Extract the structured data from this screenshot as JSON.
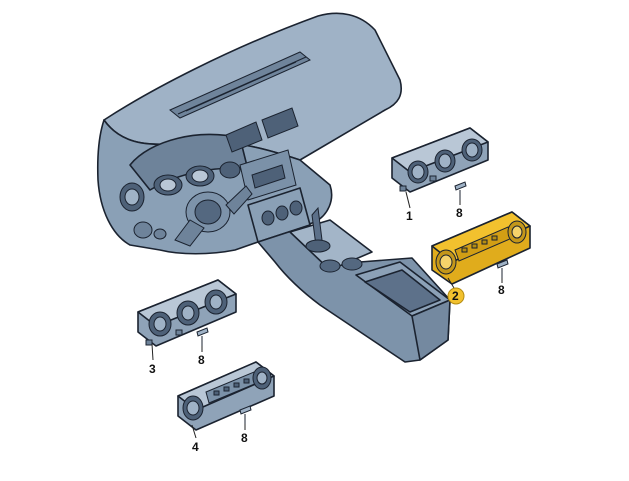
{
  "callouts": {
    "panel_1": "1",
    "panel_2": "2",
    "panel_3": "3",
    "panel_4": "4",
    "screw_1": "8",
    "screw_2": "8",
    "screw_3": "8",
    "screw_4": "8"
  },
  "colors": {
    "dash_fill": "#8fa3b8",
    "dash_dark": "#4e6178",
    "dash_light": "#b9c7d6",
    "highlight_fill": "#f2c12e",
    "highlight_dark": "#b58d12",
    "outline": "#1b2330"
  }
}
